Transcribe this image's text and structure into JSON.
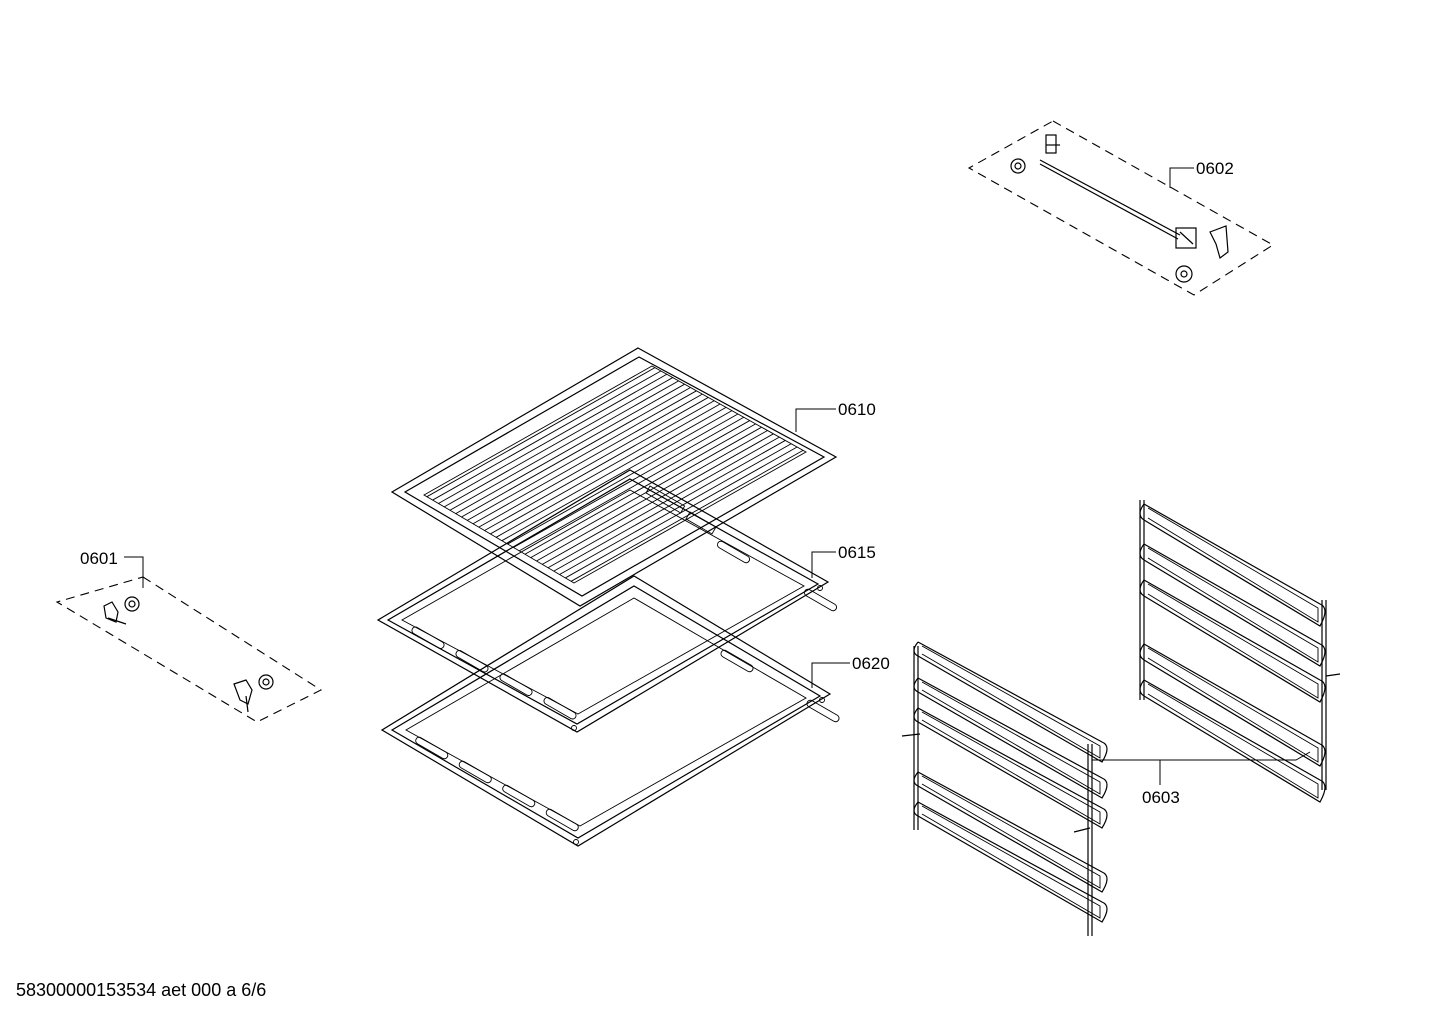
{
  "footer": {
    "text": "58300000153534 aet 000 a 6/6"
  },
  "callouts": {
    "c0601": "0601",
    "c0602": "0602",
    "c0603": "0603",
    "c0610": "0610",
    "c0615": "0615",
    "c0620": "0620"
  }
}
